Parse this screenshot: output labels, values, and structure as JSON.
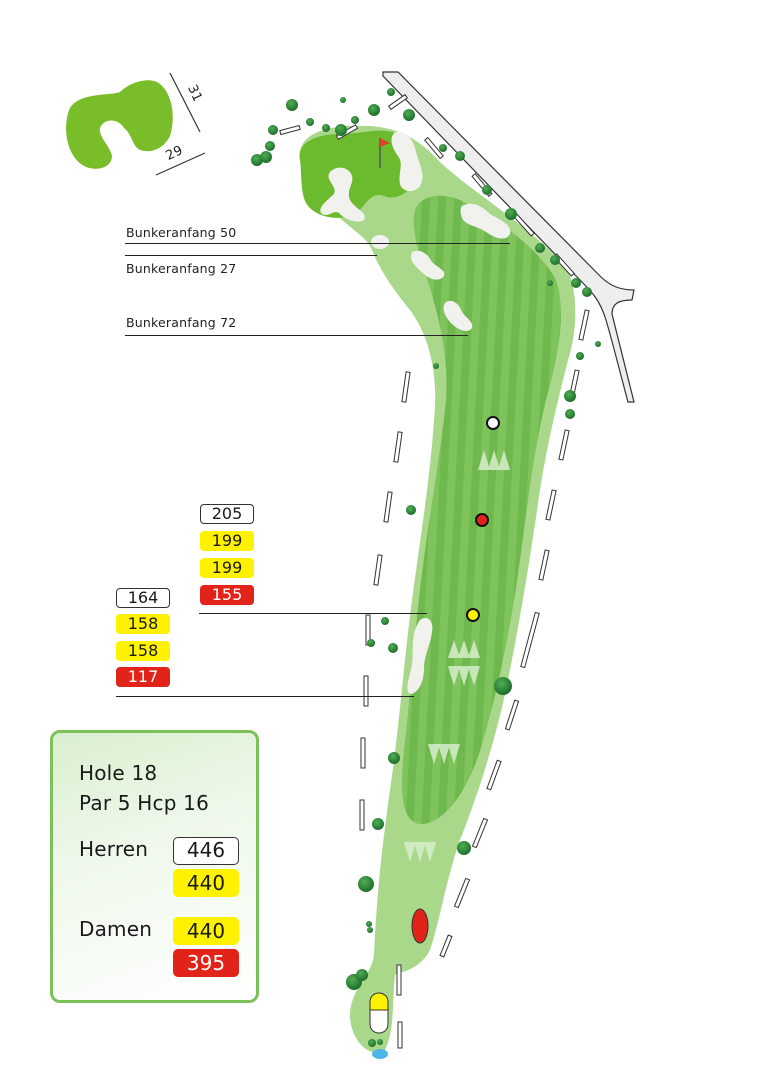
{
  "green_diagram": {
    "depth": "31",
    "width": "29"
  },
  "bunker_markers": [
    {
      "label": "Bunkeranfang 50"
    },
    {
      "label": "Bunkeranfang 27"
    },
    {
      "label": "Bunkeranfang 72"
    }
  ],
  "distance_markers": {
    "upper": {
      "values": [
        {
          "value": "205",
          "tee": "white"
        },
        {
          "value": "199",
          "tee": "yellow"
        },
        {
          "value": "199",
          "tee": "yellow"
        },
        {
          "value": "155",
          "tee": "red"
        }
      ]
    },
    "lower": {
      "values": [
        {
          "value": "164",
          "tee": "white"
        },
        {
          "value": "158",
          "tee": "yellow"
        },
        {
          "value": "158",
          "tee": "yellow"
        },
        {
          "value": "117",
          "tee": "red"
        }
      ]
    }
  },
  "hole_info": {
    "hole_label": "Hole 18",
    "par_hcp_label": "Par 5 Hcp 16",
    "herren_label": "Herren",
    "herren_lengths": [
      {
        "value": "446",
        "tee": "white"
      },
      {
        "value": "440",
        "tee": "yellow"
      }
    ],
    "damen_label": "Damen",
    "damen_lengths": [
      {
        "value": "440",
        "tee": "yellow"
      },
      {
        "value": "395",
        "tee": "red"
      }
    ]
  },
  "colors": {
    "tee_white": "#ffffff",
    "tee_yellow": "#fff200",
    "tee_red": "#e2231a",
    "rough": "#a9d88b",
    "fairway": "#7cc15a",
    "green": "#6cbb2f",
    "box_border": "#7cc15a",
    "tree": "#2e8b3a"
  }
}
